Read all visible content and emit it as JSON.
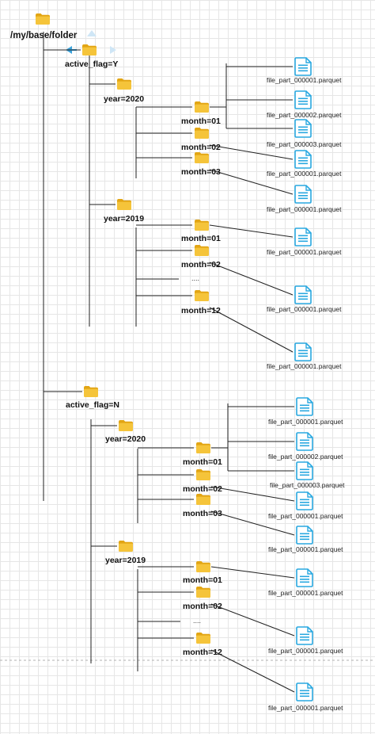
{
  "root": {
    "label": "/my/base/folder",
    "icon": "folder-icon"
  },
  "colors": {
    "folder": "#f5c43a",
    "folder_dark": "#e2a514",
    "file": "#29a8e0",
    "line": "#222222",
    "arrow": "#3ba3dc"
  },
  "ellipsis": "....",
  "partitions": [
    {
      "label": "active_flag=Y",
      "years": [
        {
          "label": "year=2020",
          "months": [
            {
              "label": "month=01",
              "files": [
                "file_part_000001.parquet",
                "file_part_000002.parquet",
                "file_part_000003.parquet"
              ]
            },
            {
              "label": "month=02",
              "files": [
                "file_part_000001.parquet"
              ]
            },
            {
              "label": "month=03",
              "files": [
                "file_part_000001.parquet"
              ]
            }
          ]
        },
        {
          "label": "year=2019",
          "months": [
            {
              "label": "month=01",
              "files": [
                "file_part_000001.parquet"
              ]
            },
            {
              "label": "month=02",
              "files": [
                "file_part_000001.parquet"
              ]
            },
            {
              "label": "month=12",
              "files": [
                "file_part_000001.parquet"
              ]
            }
          ]
        }
      ]
    },
    {
      "label": "active_flag=N",
      "years": [
        {
          "label": "year=2020",
          "months": [
            {
              "label": "month=01",
              "files": [
                "file_part_000001.parquet",
                "file_part_000002.parquet",
                "file_part_000003.parquet"
              ]
            },
            {
              "label": "month=02",
              "files": [
                "file_part_000001.parquet"
              ]
            },
            {
              "label": "month=03",
              "files": [
                "file_part_000001.parquet"
              ]
            }
          ]
        },
        {
          "label": "year=2019",
          "months": [
            {
              "label": "month=01",
              "files": [
                "file_part_000001.parquet"
              ]
            },
            {
              "label": "month=02",
              "files": [
                "file_part_000001.parquet"
              ]
            },
            {
              "label": "month=12",
              "files": [
                "file_part_000001.parquet"
              ]
            }
          ]
        }
      ]
    }
  ]
}
